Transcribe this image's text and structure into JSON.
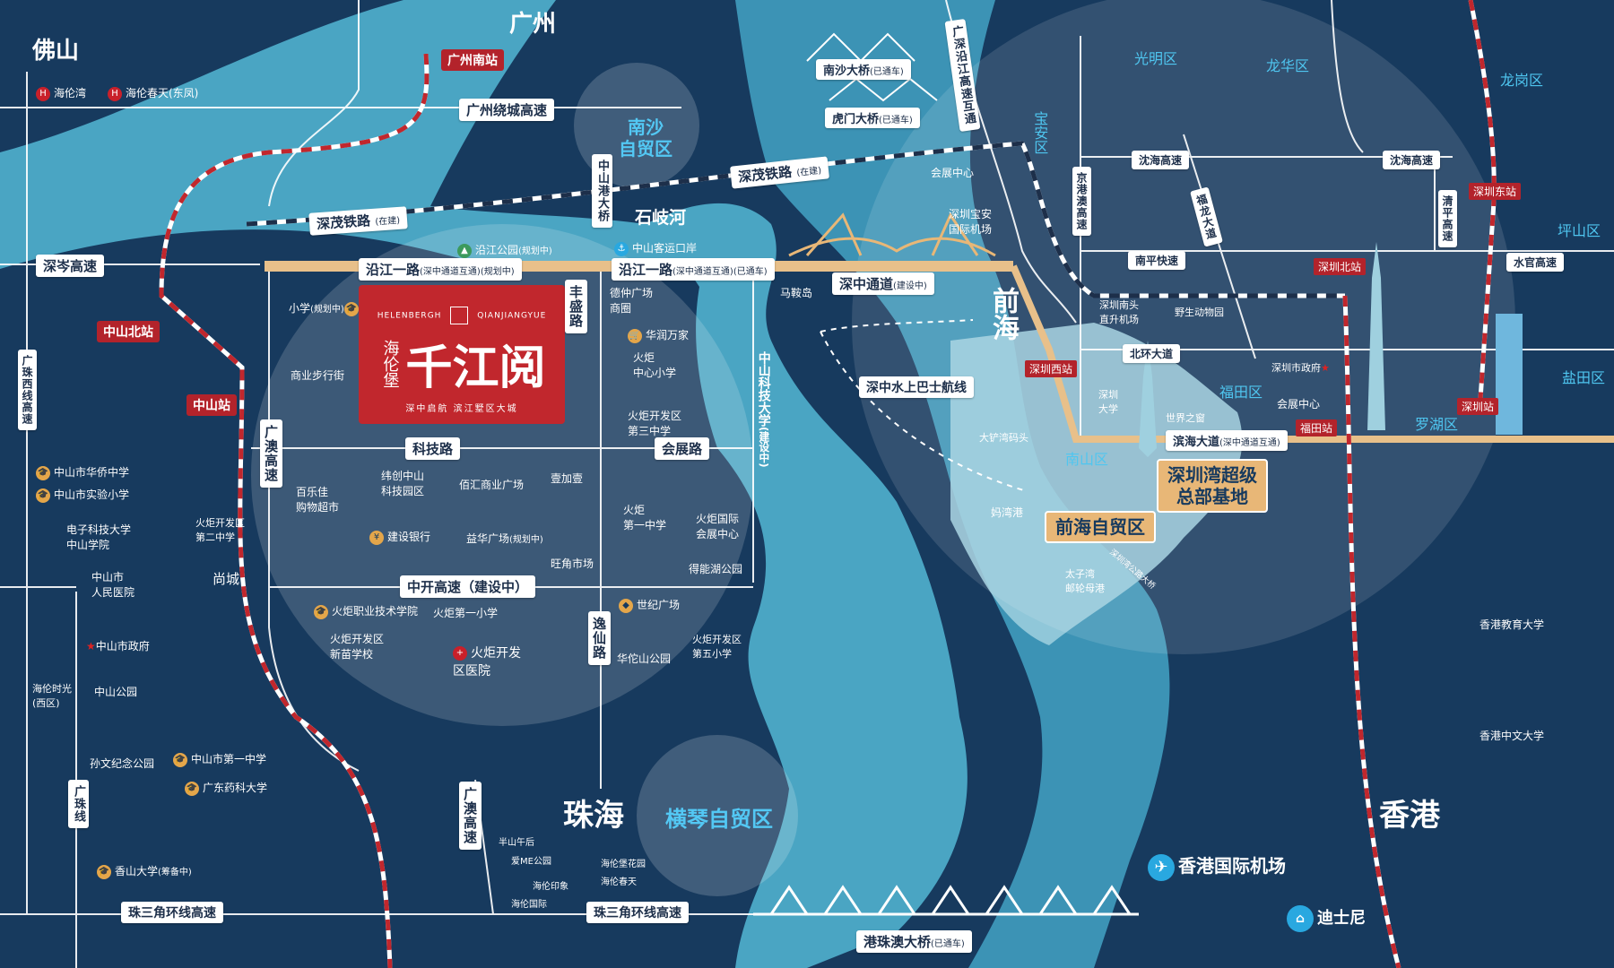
{
  "regions": {
    "foshan": "佛山",
    "guangzhou": "广州",
    "zhuhai": "珠海",
    "hongkong": "香港",
    "qianhai": "前海"
  },
  "districts": {
    "guangming": "光明区",
    "longhua": "龙华区",
    "longgang": "龙岗区",
    "baoan": "宝安区",
    "pingshan": "坪山区",
    "yantian": "盐田区",
    "futian": "福田区",
    "luohu": "罗湖区",
    "nanshan": "南山区"
  },
  "zones": {
    "nansha": "南沙\n自贸区",
    "hengqin": "横琴自贸区",
    "shiqihe": "石岐河"
  },
  "brand": {
    "en_left": "HELENBERGH",
    "en_right": "QIANJIANGYUE",
    "name": "千江阅",
    "prefix": "海伦堡",
    "tagline": "深中启航  滨江墅区大城"
  },
  "hubs": {
    "shenzhen_bay": "深圳湾超级\n总部基地",
    "qianhai_ftz": "前海自贸区"
  },
  "roads": {
    "guangzhou_ring": "广州绕城高速",
    "shenmao_rail_1": "深茂铁路",
    "shenmao_rail_1_note": "(在建)",
    "shenmao_rail_2": "深茂铁路",
    "shenmao_rail_2_note": "(在建)",
    "shencen": "深岑高速",
    "yanjiang_1": "沿江一路",
    "yanjiang_1_note": "(深中通道互通)(规划中)",
    "yanjiang_2": "沿江一路",
    "yanjiang_2_note": "(深中通道互通)(已通车)",
    "shenzhong": "深中通道",
    "shenzhong_note": "(建设中)",
    "kejilu": "科技路",
    "huizhanlu": "会展路",
    "zhongkai": "中开高速（建设中）",
    "yixianlu": "逸仙路",
    "fengshenglu": "丰盛路",
    "guangao_1": "广澳高速",
    "guangao_2": "广澳高速",
    "zhongshan_keji": "中山科技大学",
    "zhongshan_keji_note": "(建设中)",
    "zhongshan_bridge": "中山港大桥",
    "guangzhuxi": "广珠西线高速",
    "guangzhu": "广珠线",
    "prd_ring_1": "珠三角环线高速",
    "prd_ring_2": "珠三角环线高速",
    "hzmb": "港珠澳大桥",
    "hzmb_note": "(已通车)",
    "nansha_bridge": "南沙大桥",
    "nansha_bridge_note": "(已通车)",
    "humen_bridge": "虎门大桥",
    "humen_bridge_note": "(已通车)",
    "guangshen": "广深沿江高速互通",
    "jinggangao": "京港澳高速",
    "fulong": "福龙大道",
    "qingping": "清平高速",
    "yanhu_1": "沈海高速",
    "yanhu_2": "沈海高速",
    "nanping": "南平快速",
    "shuiguan": "水官高速",
    "beihuan": "北环大道",
    "binhai": "滨海大道",
    "binhai_note": "(深中通道互通)",
    "ferry": "深中水上巴士航线"
  },
  "stations": {
    "gz_south": "广州南站",
    "zs_north": "中山北站",
    "zs": "中山站",
    "sz_east": "深圳东站",
    "sz_north": "深圳北站",
    "sz_west": "深圳西站",
    "futian": "福田站",
    "shenzhen": "深圳站"
  },
  "pois": {
    "hailunwan": "海伦湾",
    "hailun_chuntian": "海伦春天(东凤)",
    "yanjiang_park": "沿江公园",
    "yanjiang_park_note": "(规划中)",
    "zs_port": "中山客运口岸",
    "dezhong": "德仲广场\n商圈",
    "xiaoxue": "小学",
    "xiaoxue_note": "(规划中)",
    "pedestrian": "商业步行街",
    "huarun": "华润万家",
    "huoju_primary": "火炬\n中心小学",
    "huoju_3rd": "火炬开发区\n第三中学",
    "weichuang": "纬创中山\n科技园区",
    "baile": "百乐佳\n购物超市",
    "baihui": "佰汇商业广场",
    "yijiayi": "壹加壹",
    "huoju_2nd": "火炬开发区\n第二中学",
    "shangcheng": "尚城",
    "jianshe": "建设银行",
    "yihua": "益华广场",
    "yihua_note": "(规划中)",
    "wangjiao": "旺角市场",
    "huoju_1st": "火炬\n第一中学",
    "expo_center": "火炬国际\n会展中心",
    "deneng": "得能湖公园",
    "huaqiao": "中山市华侨中学",
    "shiyan": "中山市实验小学",
    "uestc": "电子科技大学\n中山学院",
    "zs_hospital": "中山市\n人民医院",
    "zs_gov": "中山市政府",
    "hailun_shiguang": "海伦时光\n(西区)",
    "zs_park": "中山公园",
    "sunwen_park": "孙文纪念公园",
    "zs_no1": "中山市第一中学",
    "gd_pharm": "广东药科大学",
    "xiangshan": "香山大学",
    "xiangshan_note": "(筹备中)",
    "vocational": "火炬职业技术学院",
    "huoju_first_pri": "火炬第一小学",
    "xinmiao": "火炬开发区\n新苗学校",
    "huoju_hospital": "火炬开发\n区医院",
    "shiji": "世纪广场",
    "huatuo": "华佗山公园",
    "huoju_5th": "火炬开发区\n第五小学",
    "banshan": "半山午后",
    "aime": "爱ME公园",
    "hailun_yinxiang": "海伦印象",
    "hailun_guoji": "海伦国际",
    "hailunbao": "海伦堡花园",
    "hailun_chun2": "海伦春天",
    "mashan": "马鞍岛",
    "huizhan": "会展中心",
    "bao_an_airport": "深圳宝安\n国际机场",
    "dachan": "大铲湾码头",
    "mawan": "妈湾港",
    "taiziwan": "太子湾\n邮轮母港",
    "nantou": "深圳南头\n直升机场",
    "wildlife": "野生动物园",
    "sz_univ": "深圳\n大学",
    "window": "世界之窗",
    "sz_gov": "深圳市政府",
    "futian_center": "会展中心",
    "hk_edu": "香港教育大学",
    "cuhk": "香港中文大学",
    "hk_airport": "香港国际机场",
    "disney": "迪士尼",
    "shenzhen_bay_bridge": "深圳湾公路大桥"
  },
  "colors": {
    "sea": "#173a5e",
    "river": "#4aa5c3",
    "land_pale": "#9fd0df",
    "brand_red": "#c1272d",
    "accent_gold": "#e8b777",
    "station_red": "#b3232b"
  }
}
